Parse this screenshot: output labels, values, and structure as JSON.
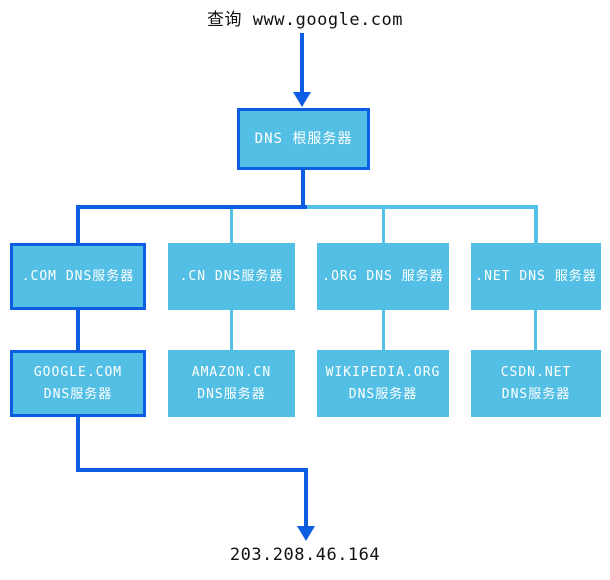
{
  "diagram": {
    "title": "查询 www.google.com",
    "result_ip": "203.208.46.164",
    "colors": {
      "accent_dark_blue": "#0c5de2",
      "node_fill_light_blue": "#53bfe4",
      "connector_light_blue": "#55c1e6",
      "node_text": "#ffffff",
      "caption_text": "#111111"
    },
    "nodes": {
      "root": {
        "label": "DNS 根服务器",
        "emphasized": true
      },
      "tld": [
        {
          "id": "com",
          "label": ".COM DNS服务器",
          "emphasized": true
        },
        {
          "id": "cn",
          "label": ".CN DNS服务器",
          "emphasized": false
        },
        {
          "id": "org",
          "label": ".ORG DNS 服务器",
          "emphasized": false
        },
        {
          "id": "net",
          "label": ".NET DNS 服务器",
          "emphasized": false
        }
      ],
      "authoritative": [
        {
          "id": "google",
          "line1": "GOOGLE.COM",
          "line2": "DNS服务器",
          "emphasized": true
        },
        {
          "id": "amazon",
          "line1": "AMAZON.CN",
          "line2": "DNS服务器",
          "emphasized": false
        },
        {
          "id": "wikipedia",
          "line1": "WIKIPEDIA.ORG",
          "line2": "DNS服务器",
          "emphasized": false
        },
        {
          "id": "csdn",
          "line1": "CSDN.NET",
          "line2": "DNS服务器",
          "emphasized": false
        }
      ]
    },
    "flow": {
      "highlighted_path": [
        "查询 www.google.com",
        "DNS 根服务器",
        ".COM DNS服务器",
        "GOOGLE.COM DNS服务器",
        "203.208.46.164"
      ]
    }
  }
}
